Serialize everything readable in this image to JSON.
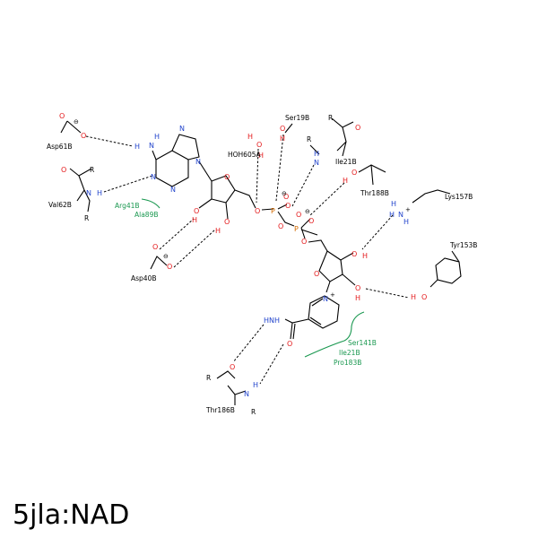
{
  "title": "5jla:NAD",
  "residues": {
    "asp61": "Asp61B",
    "val62": "Val62B",
    "arg41": "Arg41B",
    "ala89": "Ala89B",
    "asp40": "Asp40B",
    "hoh605": "HOH605A",
    "ser19": "Ser19B",
    "ile21_top": "Ile21B",
    "thr188": "Thr188B",
    "lys157": "Lys157B",
    "tyr153": "Tyr153B",
    "ser141": "Ser141B",
    "ile21_bot": "Ile21B",
    "pro183": "Pro183B",
    "thr186": "Thr186B"
  },
  "atoms": {
    "O": "O",
    "N": "N",
    "H": "H",
    "P": "P",
    "R": "R",
    "NH": "NH",
    "Nplus": "N+",
    "minus": "⊖"
  },
  "colors": {
    "oxygen": "#e41a1c",
    "nitrogen": "#2244cc",
    "phosphorus": "#d46a00",
    "hydrophobic": "#1a9850"
  }
}
